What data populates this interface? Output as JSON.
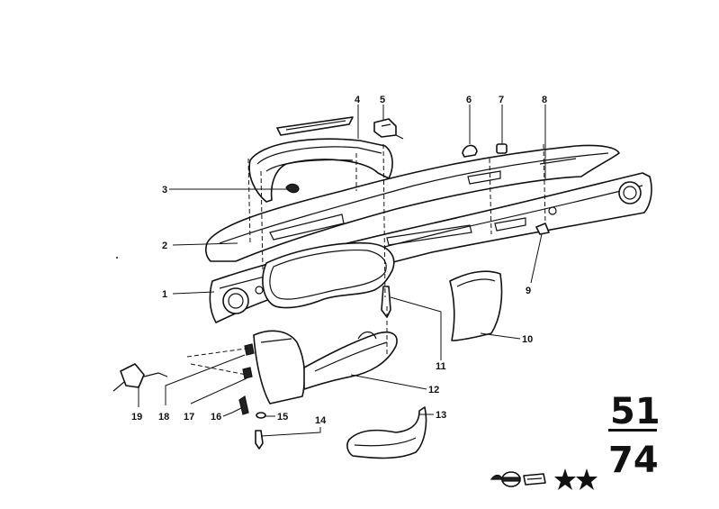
{
  "diagram": {
    "callouts": [
      "1",
      "2",
      "3",
      "4",
      "5",
      "6",
      "7",
      "8",
      "9",
      "10",
      "11",
      "12",
      "13",
      "14",
      "15",
      "16",
      "17",
      "18",
      "19"
    ],
    "page_top": "51",
    "page_bottom": "74",
    "colors": {
      "ink": "#111111",
      "paper": "#ffffff"
    }
  }
}
